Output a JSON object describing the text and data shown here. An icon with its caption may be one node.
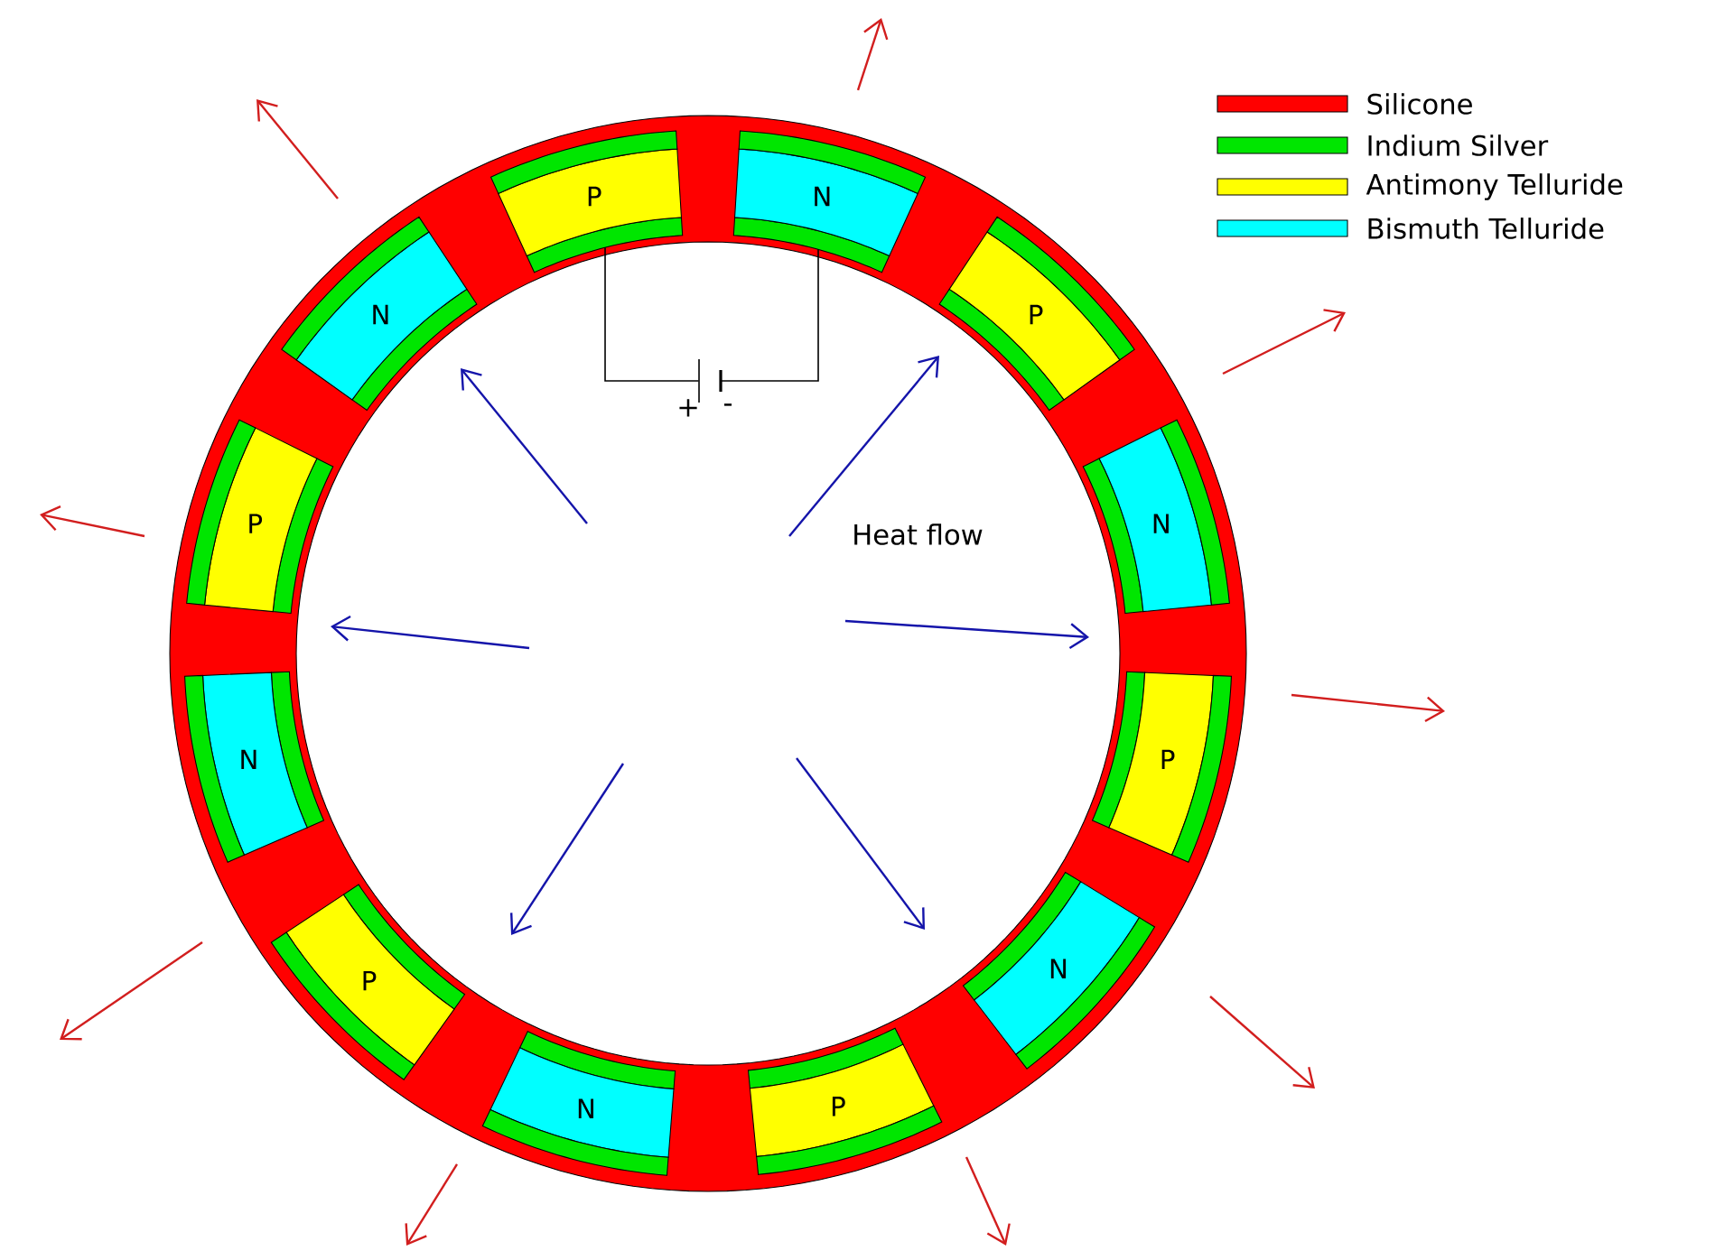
{
  "diagram": {
    "nodes": [
      {
        "text": [
          "P"
        ]
      },
      {
        "text": [
          "N"
        ]
      },
      {
        "text": [
          "P"
        ]
      },
      {
        "text": [
          "N"
        ]
      },
      {
        "text": [
          "P"
        ]
      },
      {
        "text": [
          "N"
        ]
      },
      {
        "text": [
          "P"
        ]
      },
      {
        "text": [
          "N"
        ]
      },
      {
        "text": [
          "P"
        ]
      },
      {
        "text": [
          "N"
        ]
      },
      {
        "text": [
          "P"
        ]
      },
      {
        "text": [
          "N"
        ]
      },
      {
        "text": [],
        "shape": "battery"
      }
    ],
    "edges": [
      {
        "from": 0,
        "to": 12,
        "arrow": "none"
      },
      {
        "from": 12,
        "to": 1,
        "arrow": "none"
      }
    ],
    "labels": [
      "+",
      "-",
      "Heat flow"
    ],
    "legend": [
      {
        "text": "Silicone",
        "color": "#ff0000"
      },
      {
        "text": "Indium Silver",
        "color": "#00e600"
      },
      {
        "text": "Antimony Telluride",
        "color": "#ffff00"
      },
      {
        "text": "Bismuth Telluride",
        "color": "#00ffff"
      }
    ]
  }
}
